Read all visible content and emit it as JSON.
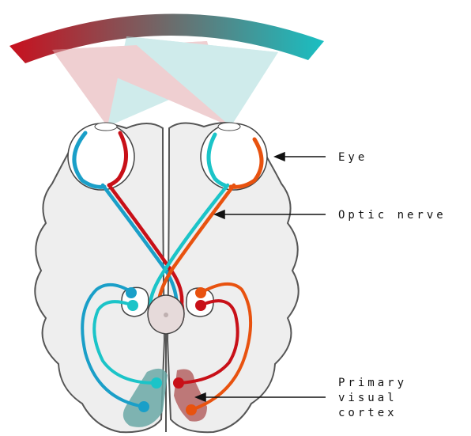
{
  "labels": {
    "eye": "Eye",
    "optic_nerve": "Optic nerve",
    "primary_visual_cortex": [
      "Primary",
      "visual",
      "cortex"
    ]
  },
  "colors": {
    "left_field": "#c8101e",
    "right_field": "#19bfc2",
    "red_pathway": "#c81018",
    "orange_pathway": "#e8520f",
    "blue_pathway": "#1a9fc8",
    "cyan_pathway": "#1bc4c8",
    "brain_fill": "#eeeeee",
    "brain_outline": "#555555",
    "cortex_left_patch": "#6aa8a6",
    "cortex_right_patch": "#b05a5a"
  }
}
